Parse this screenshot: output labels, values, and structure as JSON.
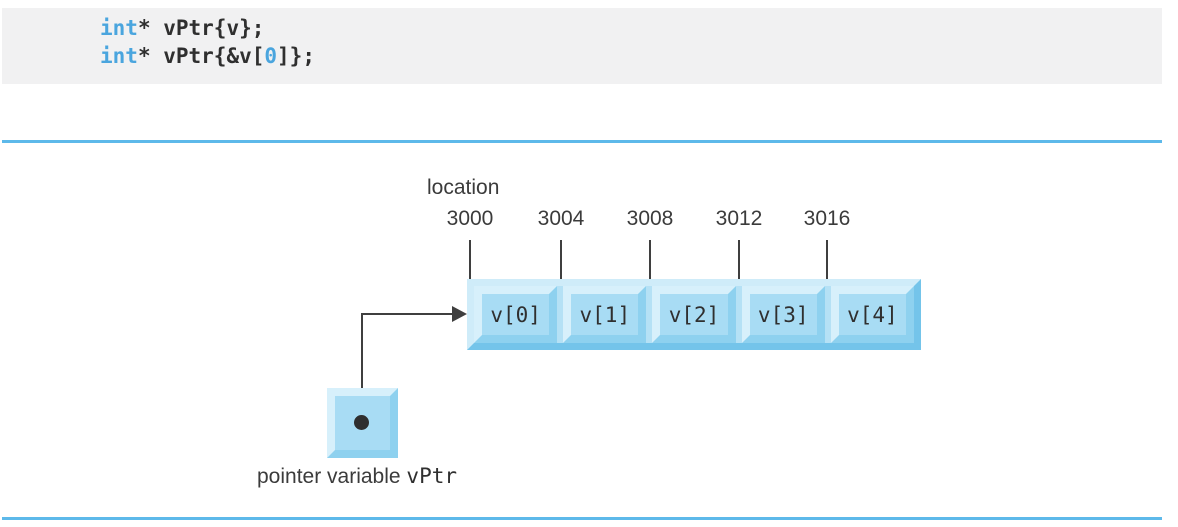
{
  "colors": {
    "accent": "#5db9ea",
    "kw": "#4aa5de",
    "code_bg": "#f1f1f2",
    "code_ink": "#2f2f2f",
    "ink": "#3b3b3b",
    "line_ink": "#3f3f3f",
    "tray_fill": "#b5e1f5",
    "tray_hi": "#cfecf9",
    "tray_sh": "#74c4ea",
    "cell_fill": "#a8dcf4",
    "cell_hi": "#d7f0fb",
    "cell_sh": "#8ed1ef"
  },
  "code": {
    "lines": [
      {
        "tokens": [
          {
            "text": "int",
            "type": "keyword"
          },
          {
            "text": "* vPtr{v};",
            "type": "plain"
          }
        ]
      },
      {
        "tokens": [
          {
            "text": "int",
            "type": "keyword"
          },
          {
            "text": "* vPtr{&v[",
            "type": "plain"
          },
          {
            "text": "0",
            "type": "keyword"
          },
          {
            "text": "]};",
            "type": "plain"
          }
        ]
      }
    ]
  },
  "diagram": {
    "location_label": "location",
    "addresses": [
      "3000",
      "3004",
      "3008",
      "3012",
      "3016"
    ],
    "cells": [
      "v[0]",
      "v[1]",
      "v[2]",
      "v[3]",
      "v[4]"
    ],
    "pointer_label_text": "pointer variable ",
    "pointer_label_code": "vPtr"
  }
}
